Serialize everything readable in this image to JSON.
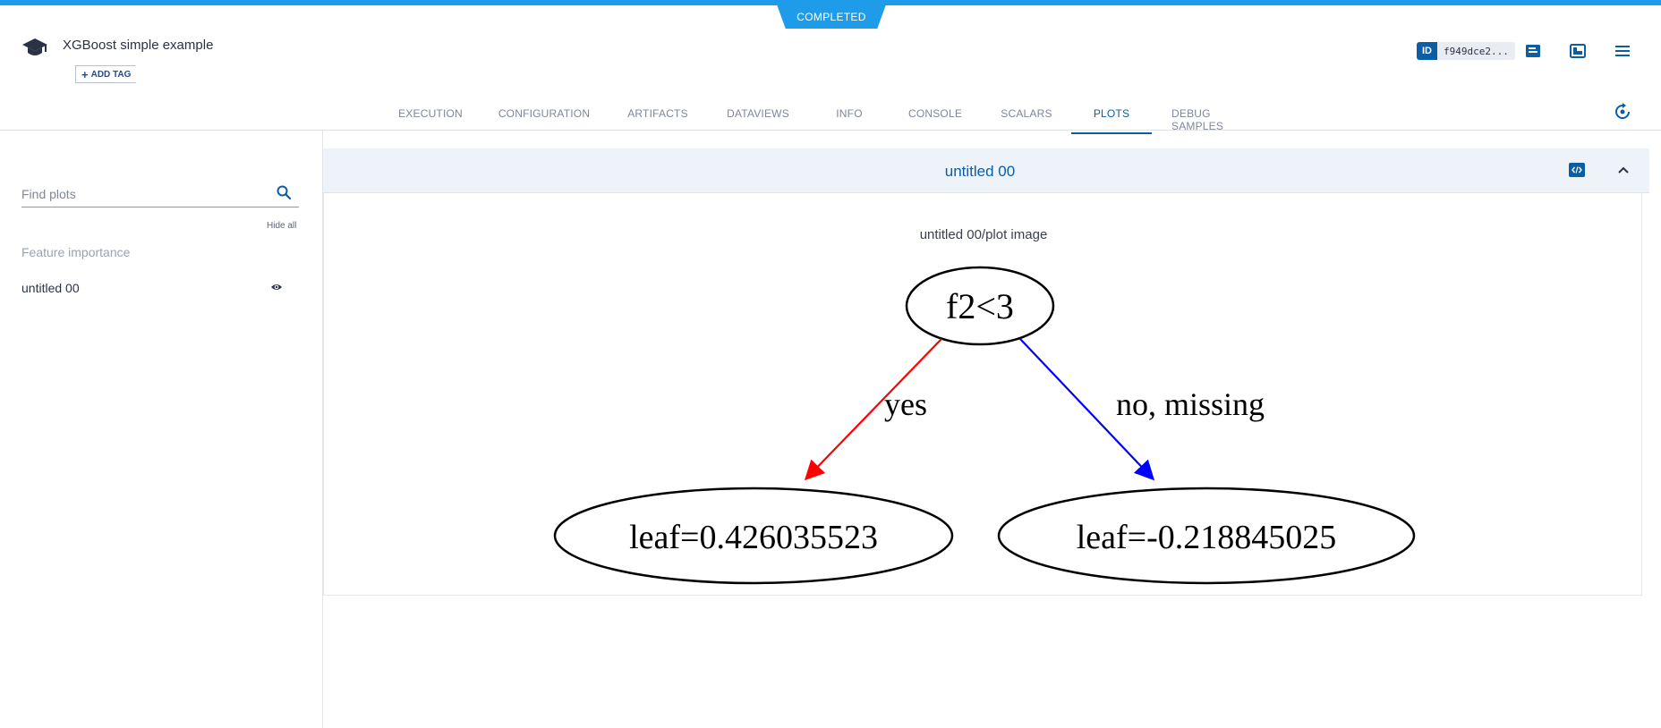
{
  "status": "COMPLETED",
  "experiment": {
    "title": "XGBoost simple example",
    "add_tag_label": "ADD TAG",
    "id_label": "ID",
    "id_value": "f949dce2..."
  },
  "tabs": [
    {
      "label": "EXECUTION"
    },
    {
      "label": "CONFIGURATION"
    },
    {
      "label": "ARTIFACTS"
    },
    {
      "label": "DATAVIEWS"
    },
    {
      "label": "INFO"
    },
    {
      "label": "CONSOLE"
    },
    {
      "label": "SCALARS"
    },
    {
      "label": "PLOTS",
      "active": true
    },
    {
      "label": "DEBUG SAMPLES"
    }
  ],
  "sidebar": {
    "search_placeholder": "Find plots",
    "hide_all_label": "Hide all",
    "group_label": "Feature importance",
    "items": [
      {
        "label": "untitled 00"
      }
    ]
  },
  "section": {
    "title": "untitled 00",
    "plot_title": "untitled 00/plot image"
  },
  "tree": {
    "root_label": "f2<3",
    "yes_label": "yes",
    "no_label": "no, missing",
    "left_leaf": "leaf=0.426035523",
    "right_leaf": "leaf=-0.218845025",
    "yes_color": "#ff0000",
    "no_color": "#0000ff"
  },
  "colors": {
    "accent": "#1e9be9",
    "primary": "#0b5da6"
  },
  "icons": {
    "experiment": "graduation-cap-icon",
    "search": "search-icon",
    "visibility": "eye-icon",
    "embed": "code-embed-icon",
    "collapse": "chevron-up-icon",
    "details": "details-panel-icon",
    "layout": "layout-icon",
    "menu": "menu-icon",
    "refresh": "refresh-icon"
  }
}
